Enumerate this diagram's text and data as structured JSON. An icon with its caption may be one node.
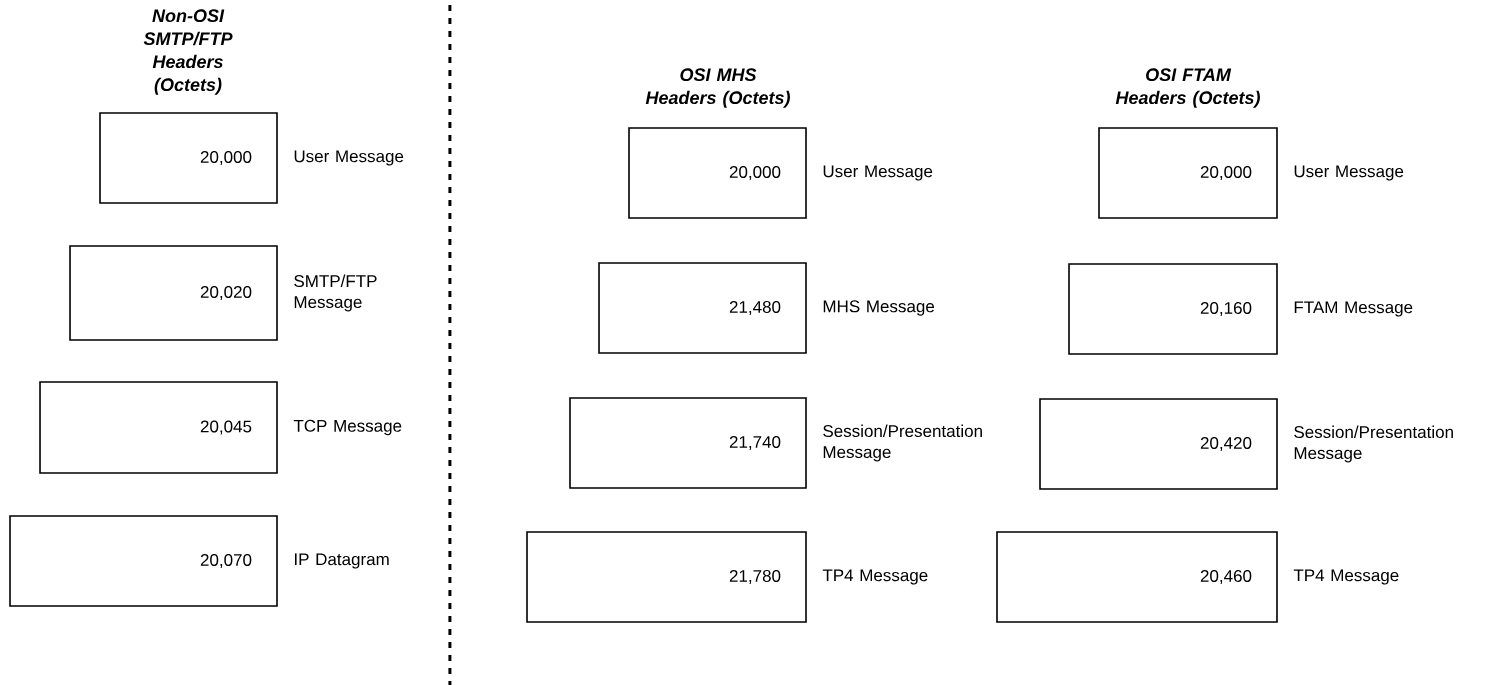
{
  "diagram": {
    "nodes": [
      {
        "text": [
          "20,000"
        ],
        "beside": [
          "User Message"
        ]
      },
      {
        "text": [
          "20,020"
        ],
        "beside": [
          "SMTP/FTP Message"
        ]
      },
      {
        "text": [
          "20,045"
        ],
        "beside": [
          "TCP Message"
        ]
      },
      {
        "text": [
          "20,070"
        ],
        "beside": [
          "IP Datagram"
        ]
      },
      {
        "text": [
          "20,000"
        ],
        "beside": [
          "User Message"
        ]
      },
      {
        "text": [
          "21,480"
        ],
        "beside": [
          "MHS Message"
        ]
      },
      {
        "text": [
          "21,740"
        ],
        "beside": [
          "Session/Presentation Message"
        ]
      },
      {
        "text": [
          "21,780"
        ],
        "beside": [
          "TP4 Message"
        ]
      },
      {
        "text": [
          "20,000"
        ],
        "beside": [
          "User Message"
        ]
      },
      {
        "text": [
          "20,160"
        ],
        "beside": [
          "FTAM Message"
        ]
      },
      {
        "text": [
          "20,420"
        ],
        "beside": [
          "Session/Presentation Message"
        ]
      },
      {
        "text": [
          "20,460"
        ],
        "beside": [
          "TP4 Message"
        ]
      }
    ],
    "labels": [
      "Non-OSI SMTP/FTP Headers (Octets)",
      "OSI MHS Headers (Octets)",
      "OSI FTAM Headers (Octets)"
    ]
  }
}
